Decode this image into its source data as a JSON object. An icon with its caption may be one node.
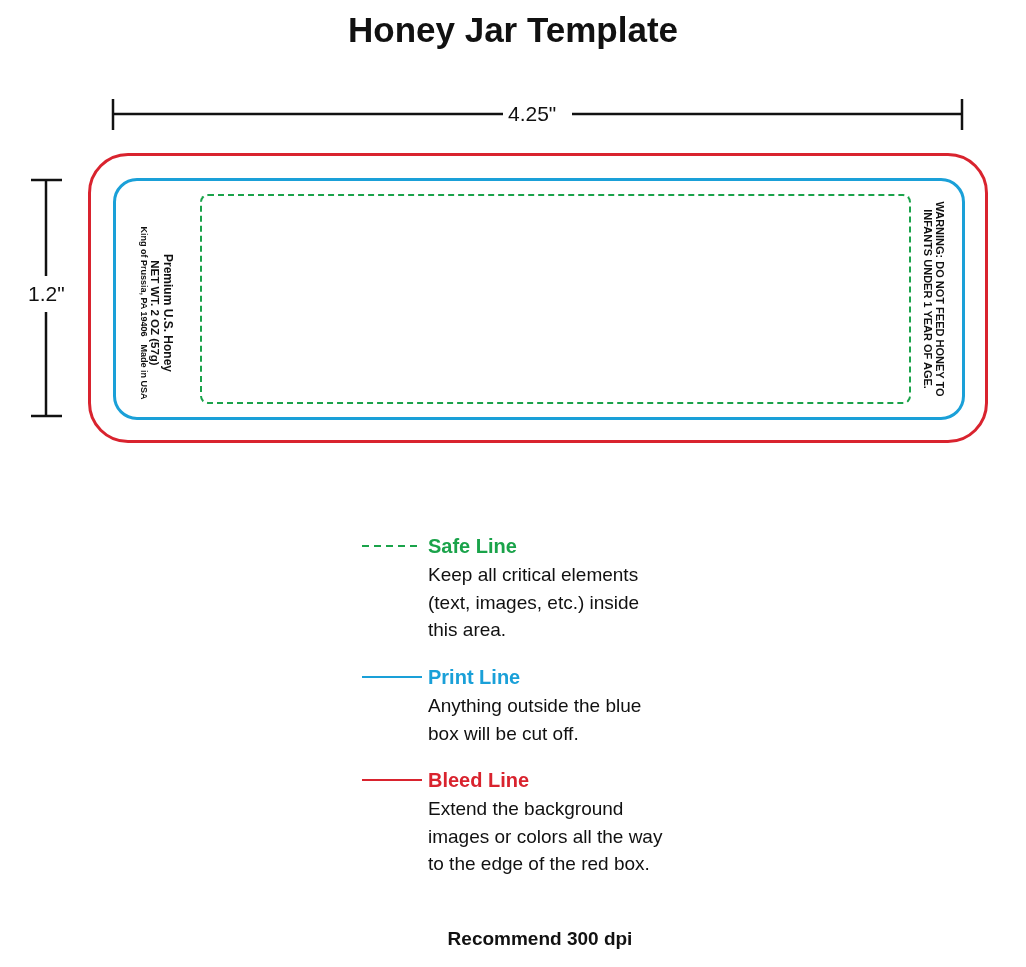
{
  "diagram": {
    "title": "Honey Jar Template",
    "nodes": [
      {
        "text": [],
        "shape": "box"
      },
      {
        "text": [
          "Premium U.S. Honey",
          "NET WT. 2 OZ (57g)",
          "King of Prussia, PA 19406",
          "Made in USA",
          "WARNING: DO NOT FEED HONEY TO INFANTS UNDER 1 YEAR OF AGE."
        ],
        "in": 0
      },
      {
        "text": [],
        "shape": "box",
        "in": 1
      }
    ],
    "labels": [
      "4.25\"",
      "1.2\"",
      "Keep all critical elements (text, images, etc.) inside this area.",
      "Anything outside the blue box will be cut off.",
      "Extend the background images or colors all the way to the edge of the red box.",
      "Recommend 300 dpi"
    ],
    "legend": [
      {
        "text": "Safe Line"
      },
      {
        "text": "Print Line"
      },
      {
        "text": "Bleed Line"
      }
    ]
  }
}
